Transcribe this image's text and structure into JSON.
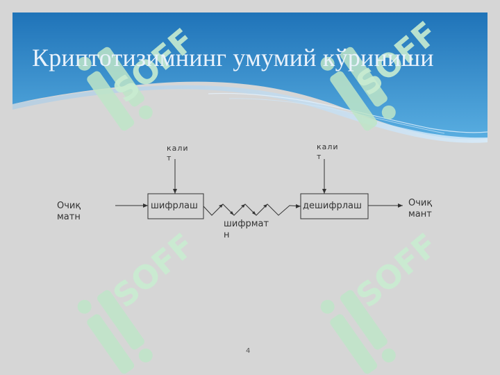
{
  "slide": {
    "title": "Криптотизимнинг умумий кўриниши",
    "page_number": "4"
  },
  "diagram": {
    "plaintext_in": "Очиқ матн",
    "key_left": "кали т",
    "encrypt_box": "шифрлаш",
    "ciphertext": "шифрмат н",
    "key_right": "кали т",
    "decrypt_box": "дешифрлаш",
    "plaintext_out": "Очиқ мант"
  },
  "watermark": {
    "text": "SOFF",
    "color": "#bfe6c8"
  },
  "colors": {
    "banner_top": "#1f73b8",
    "banner_bottom": "#5aaee0",
    "background": "#d6d6d6",
    "line": "#333333"
  }
}
